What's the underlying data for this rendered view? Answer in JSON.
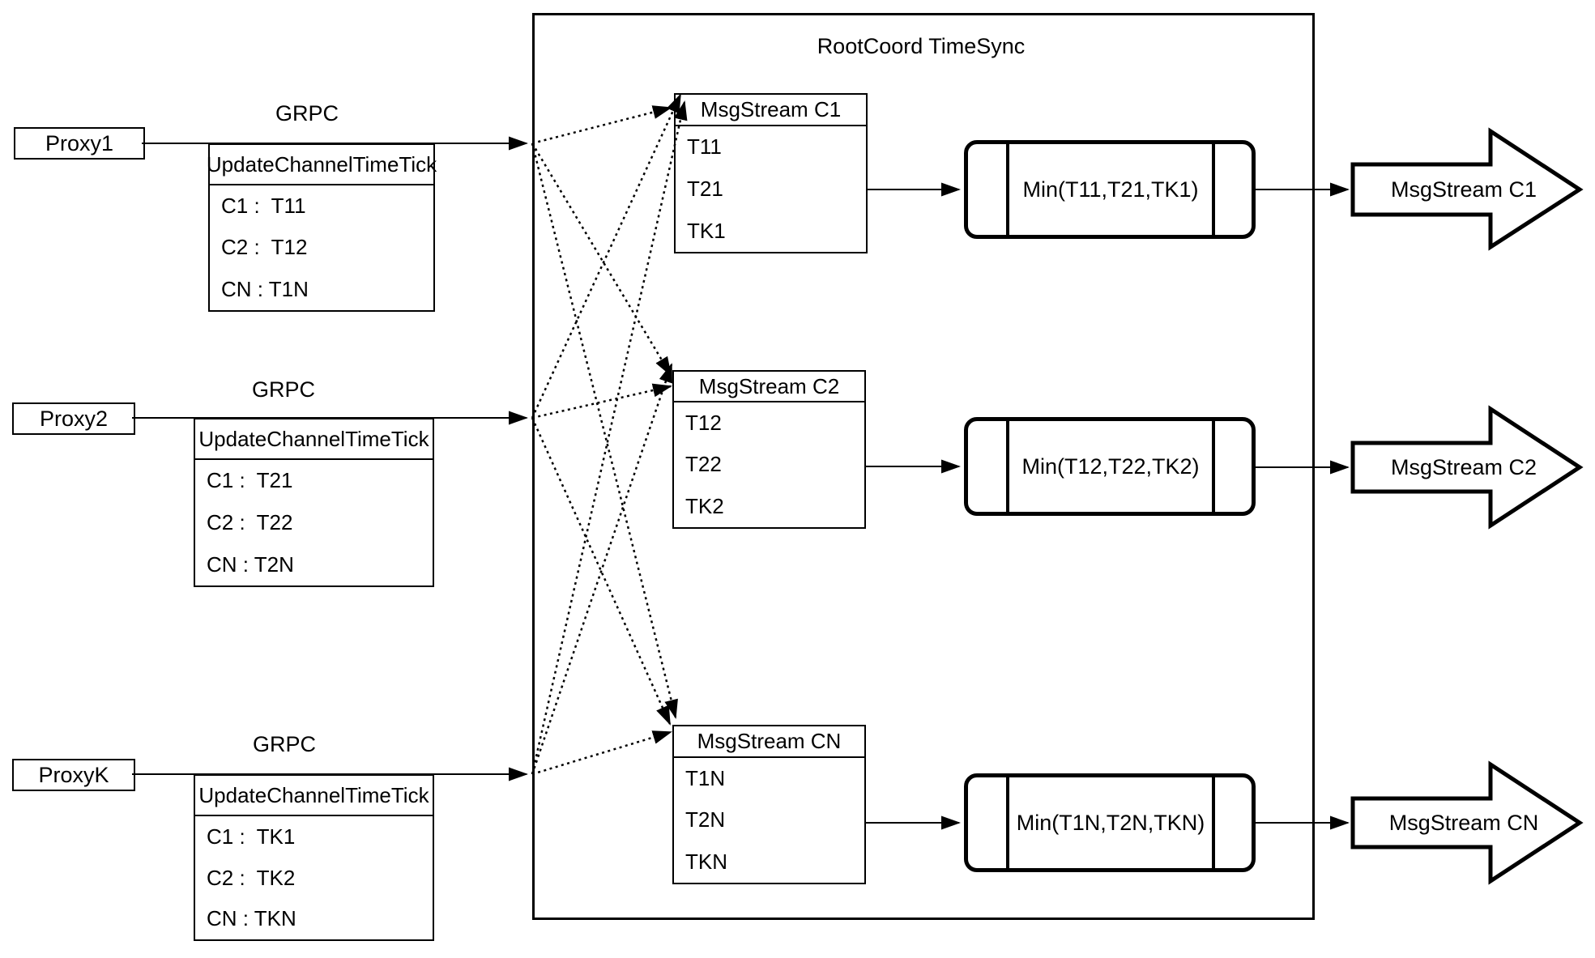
{
  "diagram": {
    "title": "RootCoord TimeSync",
    "colors": {
      "stroke": "#000000",
      "background": "#ffffff"
    },
    "rows": [
      {
        "proxy_label": "Proxy1",
        "grpc_label": "GRPC",
        "update_table": {
          "header": "UpdateChannelTimeTick",
          "rows": [
            "C1 :  T11",
            "C2 :  T12",
            "CN : T1N"
          ]
        },
        "stream_table": {
          "header": "MsgStream C1",
          "rows": [
            "T11",
            "T21",
            "TK1"
          ]
        },
        "min_label": "Min(T11,T21,TK1)",
        "output_label": "MsgStream C1"
      },
      {
        "proxy_label": "Proxy2",
        "grpc_label": "GRPC",
        "update_table": {
          "header": "UpdateChannelTimeTick",
          "rows": [
            "C1 :  T21",
            "C2 :  T22",
            "CN : T2N"
          ]
        },
        "stream_table": {
          "header": "MsgStream C2",
          "rows": [
            "T12",
            "T22",
            "TK2"
          ]
        },
        "min_label": "Min(T12,T22,TK2)",
        "output_label": "MsgStream C2"
      },
      {
        "proxy_label": "ProxyK",
        "grpc_label": "GRPC",
        "update_table": {
          "header": "UpdateChannelTimeTick",
          "rows": [
            "C1 :  TK1",
            "C2 :  TK2",
            "CN : TKN"
          ]
        },
        "stream_table": {
          "header": "MsgStream CN",
          "rows": [
            "T1N",
            "T2N",
            "TKN"
          ]
        },
        "min_label": "Min(T1N,T2N,TKN)",
        "output_label": "MsgStream CN"
      }
    ]
  }
}
